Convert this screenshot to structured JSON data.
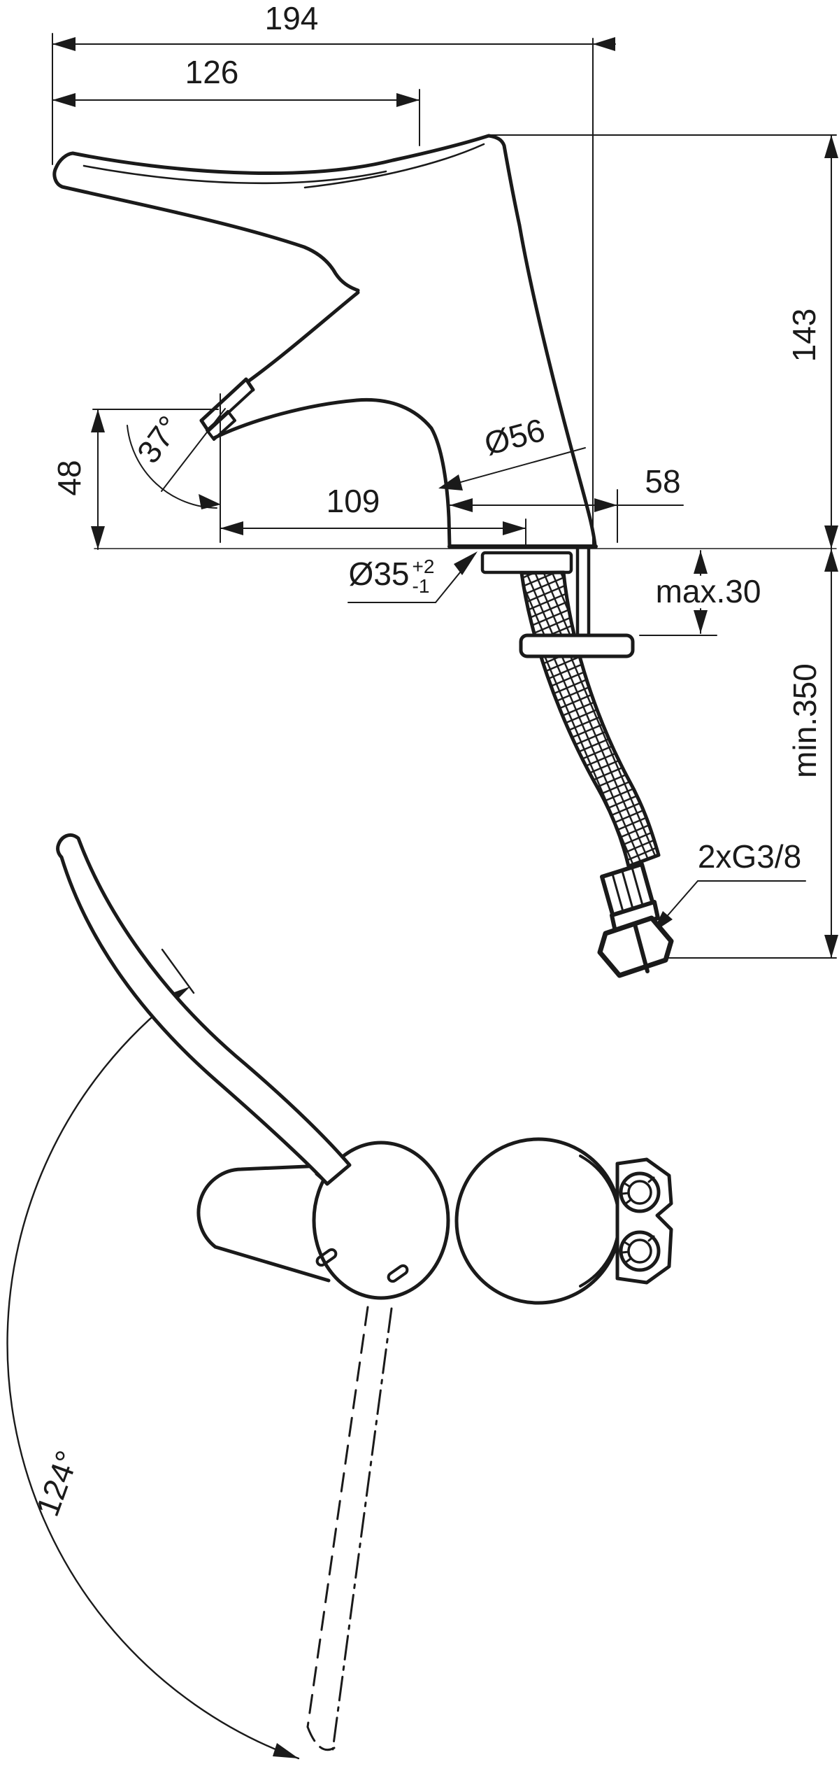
{
  "drawing": {
    "type": "technical-dimension-drawing",
    "subject": "single-lever basin mixer tap with long medical lever, side view and top view",
    "line_color": "#1a1a1a",
    "background": "#ffffff",
    "units": "mm",
    "labels": {
      "d194": "194",
      "d126": "126",
      "d143": "143",
      "d48": "48",
      "a37": "37°",
      "d56": "Ø56",
      "d109": "109",
      "d58": "58",
      "d35": "Ø35",
      "d35_sup": "+2",
      "d35_sub": "-1",
      "max30": "max.30",
      "min350": "min.350",
      "g38": "2xG3/8",
      "a124": "124°"
    }
  }
}
